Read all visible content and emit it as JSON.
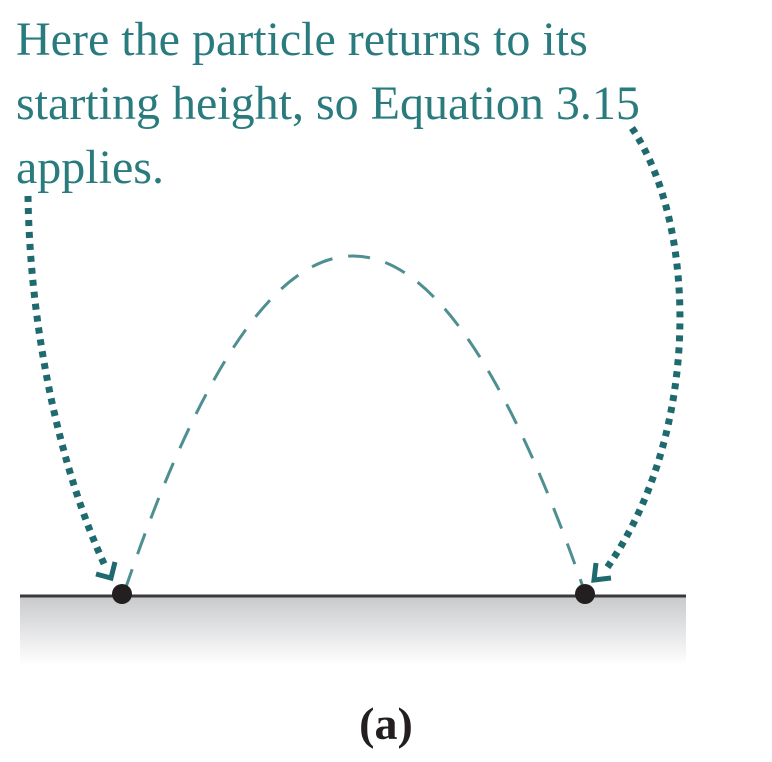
{
  "annotation": {
    "lines": [
      "Here the particle returns to its",
      "starting height, so Equation 3.15",
      "applies."
    ]
  },
  "caption": "(a)",
  "colors": {
    "annotation_text": "#2a7b7e",
    "arrow": "#1f6a6e",
    "trajectory": "#4e8f92",
    "ground_line": "#3a3a3a",
    "particle": "#231f20",
    "ground_shade_top": "#c9cacc",
    "ground_shade_bottom": "#ffffff"
  },
  "icons": {
    "start_particle": "filled-circle",
    "end_particle": "filled-circle",
    "left_arrow": "dotted-arrow",
    "right_arrow": "dotted-arrow"
  }
}
